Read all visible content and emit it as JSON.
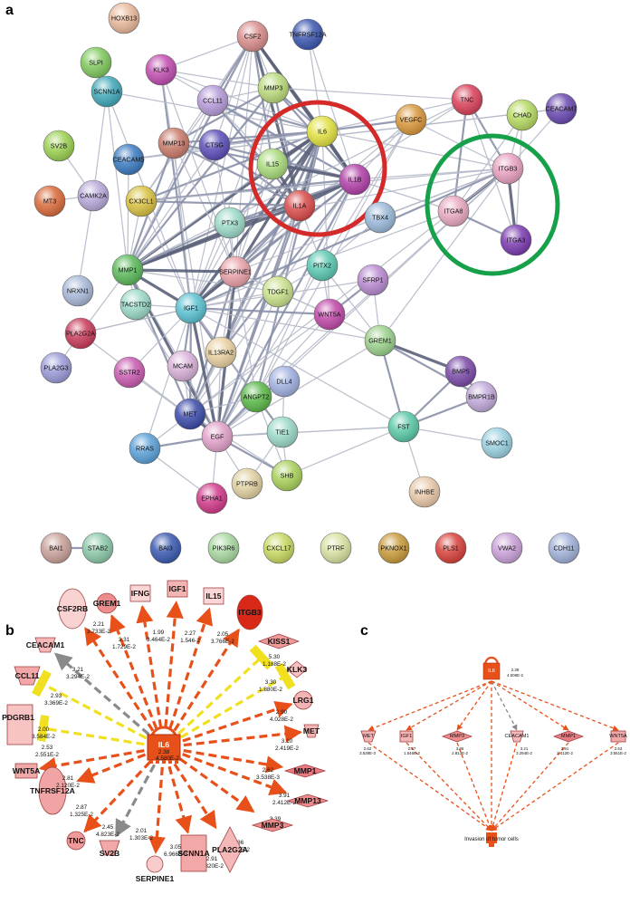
{
  "panel_a": {
    "letter": "a",
    "nodes": [
      {
        "id": "HOXB13",
        "color": "#e8b89a"
      },
      {
        "id": "CSF2",
        "color": "#d98c8c"
      },
      {
        "id": "TNFRSF12A",
        "color": "#3b56b0"
      },
      {
        "id": "SLPI",
        "color": "#7ec85c"
      },
      {
        "id": "KLK3",
        "color": "#c04cb0"
      },
      {
        "id": "MMP3",
        "color": "#b9d97a"
      },
      {
        "id": "SCNN1A",
        "color": "#3fa8b8"
      },
      {
        "id": "CCL11",
        "color": "#b59ad8"
      },
      {
        "id": "IL6",
        "color": "#e0e040"
      },
      {
        "id": "VEGFC",
        "color": "#d9963a"
      },
      {
        "id": "TNC",
        "color": "#d9405a"
      },
      {
        "id": "CHAD",
        "color": "#b5d960"
      },
      {
        "id": "CEACAM7",
        "color": "#6a48b0"
      },
      {
        "id": "SV2B",
        "color": "#9ad050"
      },
      {
        "id": "MMP13",
        "color": "#c87a6a"
      },
      {
        "id": "CTSG",
        "color": "#5a4db8"
      },
      {
        "id": "IL15",
        "color": "#a8d97a"
      },
      {
        "id": "IL1B",
        "color": "#b040a8"
      },
      {
        "id": "CEACAM5",
        "color": "#3a7ac0"
      },
      {
        "id": "ITGB3",
        "color": "#e8a0c0"
      },
      {
        "id": "MT3",
        "color": "#d96a3a"
      },
      {
        "id": "CAMK2A",
        "color": "#b8a8d8"
      },
      {
        "id": "CX3CL1",
        "color": "#d8c040"
      },
      {
        "id": "IL1A",
        "color": "#d94a4a"
      },
      {
        "id": "ITGA8",
        "color": "#e8a8c0"
      },
      {
        "id": "ITGA3",
        "color": "#7a3ab0"
      },
      {
        "id": "PTX3",
        "color": "#9ad8c8"
      },
      {
        "id": "TBX4",
        "color": "#9ab8d8"
      },
      {
        "id": "MMP1",
        "color": "#5ab85a"
      },
      {
        "id": "SERPINE1",
        "color": "#e8a0a8"
      },
      {
        "id": "PITX2",
        "color": "#5ac8b0"
      },
      {
        "id": "NRXN1",
        "color": "#a8b8d8"
      },
      {
        "id": "SFRP1",
        "color": "#b88ad0"
      },
      {
        "id": "TDGF1",
        "color": "#c8e08a"
      },
      {
        "id": "TACSTD2",
        "color": "#9ad8c8"
      },
      {
        "id": "IGF1",
        "color": "#5ac0d0"
      },
      {
        "id": "WNT5A",
        "color": "#c048a8"
      },
      {
        "id": "PLA2G2A",
        "color": "#c83a5a"
      },
      {
        "id": "GREM1",
        "color": "#9ad08a"
      },
      {
        "id": "IL13RA2",
        "color": "#e8d0a0"
      },
      {
        "id": "PLA2G3",
        "color": "#9a9ad8"
      },
      {
        "id": "SSTR2",
        "color": "#c85ab0"
      },
      {
        "id": "MCAM",
        "color": "#d8b0d8"
      },
      {
        "id": "BMP5",
        "color": "#7a4aa8"
      },
      {
        "id": "DLL4",
        "color": "#a0b0e0"
      },
      {
        "id": "ANGPT2",
        "color": "#5ab848"
      },
      {
        "id": "BMPR1B",
        "color": "#c0a8d8"
      },
      {
        "id": "MET",
        "color": "#3a4aa8"
      },
      {
        "id": "EGF",
        "color": "#e0a0c8"
      },
      {
        "id": "TIE1",
        "color": "#9ad8c8"
      },
      {
        "id": "FST",
        "color": "#5ac8a8"
      },
      {
        "id": "RRAS",
        "color": "#5aa0d8"
      },
      {
        "id": "SMOC1",
        "color": "#9ad0e0"
      },
      {
        "id": "SHB",
        "color": "#a8d05a"
      },
      {
        "id": "PTPRB",
        "color": "#e0d0a0"
      },
      {
        "id": "INHBE",
        "color": "#e8c8a8"
      },
      {
        "id": "EPHA1",
        "color": "#d03a8a"
      },
      {
        "id": "BAI1",
        "color": "#c8a098"
      },
      {
        "id": "STAB2",
        "color": "#8ac8a8"
      },
      {
        "id": "BAI3",
        "color": "#3a5ab0"
      },
      {
        "id": "PIK3R6",
        "color": "#a8d8a0"
      },
      {
        "id": "CXCL17",
        "color": "#c8d860"
      },
      {
        "id": "PTRF",
        "color": "#d8e0a0"
      },
      {
        "id": "PKNOX1",
        "color": "#c89a3a"
      },
      {
        "id": "PLS1",
        "color": "#d8403a"
      },
      {
        "id": "VWA2",
        "color": "#c8a0d8"
      },
      {
        "id": "CDH11",
        "color": "#a0b0d8"
      }
    ]
  },
  "panel_b": {
    "letter": "b",
    "center": "IL6",
    "center_value": "4.580E-2",
    "center_z": "2.38",
    "targets": [
      {
        "label": "PDGRB1",
        "z": "2.00",
        "p": "3.584E-2"
      },
      {
        "label": "CCL11",
        "z": "2.93",
        "p": "3.369E-2"
      },
      {
        "label": "CEACAM1",
        "z": "3.21",
        "p": "3.294E-2"
      },
      {
        "label": "CSF2RB",
        "z": "2.21",
        "p": "3.733E-2"
      },
      {
        "label": "GREM1",
        "z": "3.31",
        "p": "1.729E-2"
      },
      {
        "label": "IFNG",
        "z": "1.99",
        "p": "3.464E-2"
      },
      {
        "label": "IGF1",
        "z": "2.27",
        "p": "1.546-2"
      },
      {
        "label": "IL15",
        "z": "2.05",
        "p": "3.766E-2"
      },
      {
        "label": "ITGB3",
        "z": "5.30",
        "p": "1.188E-2"
      },
      {
        "label": "KISS1",
        "z": "3.30",
        "p": "1.880E-2"
      },
      {
        "label": "KLK3",
        "z": "2.90",
        "p": "4.028E-2"
      },
      {
        "label": "LRG1",
        "z": "3.10",
        "p": "2.419E-2"
      },
      {
        "label": "MET",
        "z": "2.62",
        "p": "3.538E-3"
      },
      {
        "label": "MMP1",
        "z": "3.91",
        "p": "2.412E-2"
      },
      {
        "label": "MMP13",
        "z": "3.39",
        "p": "9.262E-3"
      },
      {
        "label": "MMP3",
        "z": "3.36",
        "p": "2.813E-2"
      },
      {
        "label": "PLA2G2A",
        "z": "2.91",
        "p": "2.320E-2"
      },
      {
        "label": "SCNN1A",
        "z": "3.05",
        "p": "6.966E-3"
      },
      {
        "label": "SERPINE1",
        "z": "2.01",
        "p": "1.303E-2"
      },
      {
        "label": "SV2B",
        "z": "2.45",
        "p": "4.823E-2"
      },
      {
        "label": "TNC",
        "z": "2.87",
        "p": "1.325E-2"
      },
      {
        "label": "TNFRSF12A",
        "z": "2.81",
        "p": "2.120E-2"
      },
      {
        "label": "WNT5A",
        "z": "2.53",
        "p": "2.551E-2"
      }
    ]
  },
  "panel_c": {
    "letter": "c",
    "center": "IL6",
    "center_z": "2.38",
    "center_p": "4.508E-2",
    "outcome": "Invasion of tumor cells",
    "targets": [
      {
        "label": "MET",
        "z": "2.62",
        "p": "3.538E-3"
      },
      {
        "label": "IGF1",
        "z": "2.27",
        "p": "1.546E-2"
      },
      {
        "label": "MMP3",
        "z": "3.36",
        "p": "2.813E-2"
      },
      {
        "label": "CEACAM1",
        "z": "3.21",
        "p": "3.294E-2"
      },
      {
        "label": "MMP1",
        "z": "3.91",
        "p": "2.412E-2"
      },
      {
        "label": "WNT5A",
        "z": "2.53",
        "p": "3.551E-2"
      }
    ]
  }
}
